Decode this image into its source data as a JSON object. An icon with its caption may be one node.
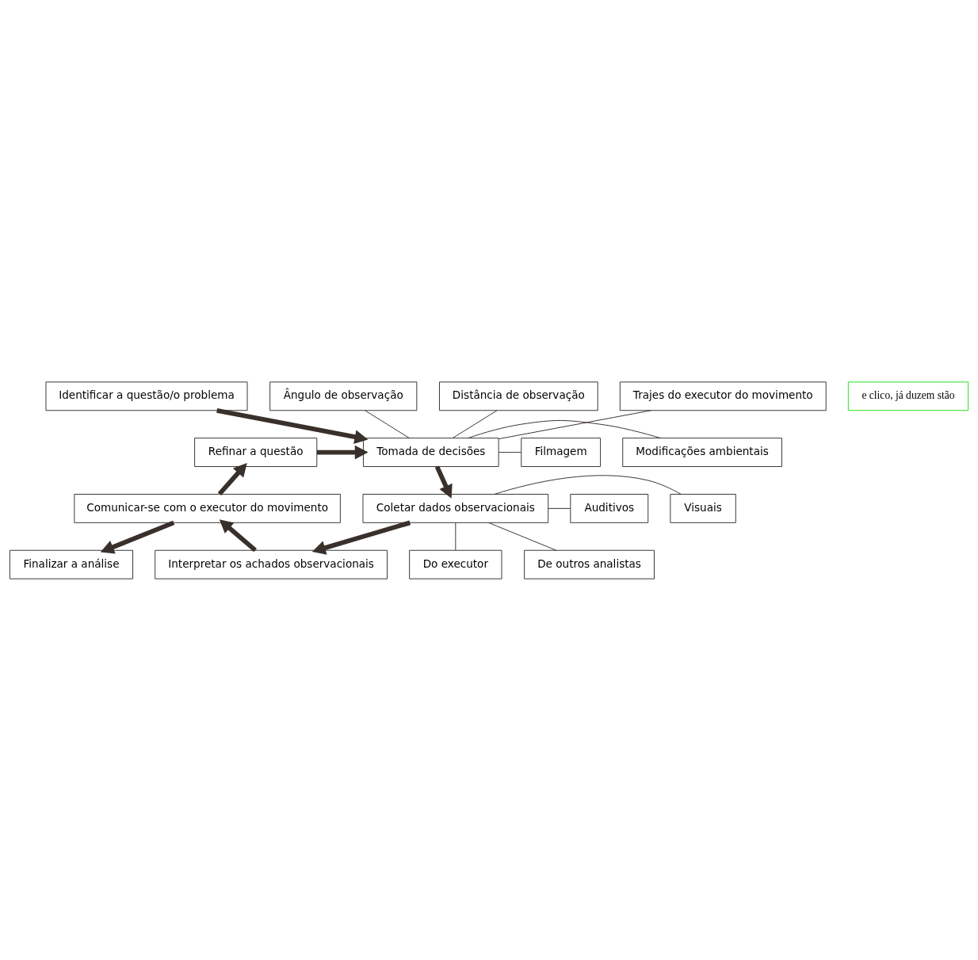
{
  "diagram": {
    "nodes": [
      {
        "text": [
          "Identificar a questão/o problema"
        ]
      },
      {
        "text": [
          "Ângulo de observação"
        ]
      },
      {
        "text": [
          "Distância de observação"
        ]
      },
      {
        "text": [
          "Trajes do executor do movimento"
        ]
      },
      {
        "text": [
          "Refinar a questão"
        ]
      },
      {
        "text": [
          "Tomada de decisões"
        ]
      },
      {
        "text": [
          "Modificações ambientais"
        ]
      },
      {
        "text": [
          "Filmagem"
        ]
      },
      {
        "text": [
          "Finalizar a análise"
        ]
      },
      {
        "text": [
          "Comunicar-se com o executor do movimento"
        ]
      },
      {
        "text": [
          "Coletar dados observacionais"
        ]
      },
      {
        "text": [
          "Visuais"
        ]
      },
      {
        "text": [
          "Auditivos"
        ]
      },
      {
        "text": [
          "Do executor"
        ]
      },
      {
        "text": [
          "De outros analistas"
        ]
      },
      {
        "text": [
          "Interpretar os achados observacionais"
        ]
      },
      {
        "text": [
          "e clico, já duzem stão"
        ]
      }
    ],
    "edges": [
      {
        "from": 0,
        "to": 5,
        "arrow": "to",
        "style": "thick"
      },
      {
        "from": 5,
        "to": 1,
        "arrow": "none"
      },
      {
        "from": 5,
        "to": 2,
        "arrow": "none"
      },
      {
        "from": 5,
        "to": 3,
        "arrow": "none"
      },
      {
        "from": 4,
        "to": 5,
        "arrow": "to",
        "style": "thick"
      },
      {
        "from": 5,
        "to": 6,
        "arrow": "none"
      },
      {
        "from": 5,
        "to": 7,
        "arrow": "none"
      },
      {
        "from": 9,
        "to": 4,
        "arrow": "to",
        "style": "thick"
      },
      {
        "from": 9,
        "to": 8,
        "arrow": "to",
        "style": "thick"
      },
      {
        "from": 5,
        "to": 10,
        "arrow": "to",
        "style": "thick"
      },
      {
        "from": 10,
        "to": 11,
        "arrow": "none"
      },
      {
        "from": 10,
        "to": 12,
        "arrow": "none"
      },
      {
        "from": 10,
        "to": 13,
        "arrow": "none"
      },
      {
        "from": 10,
        "to": 14,
        "arrow": "none"
      },
      {
        "from": 10,
        "to": 15,
        "arrow": "to",
        "style": "thick"
      },
      {
        "from": 15,
        "to": 9,
        "arrow": "to",
        "style": "thick"
      }
    ]
  }
}
